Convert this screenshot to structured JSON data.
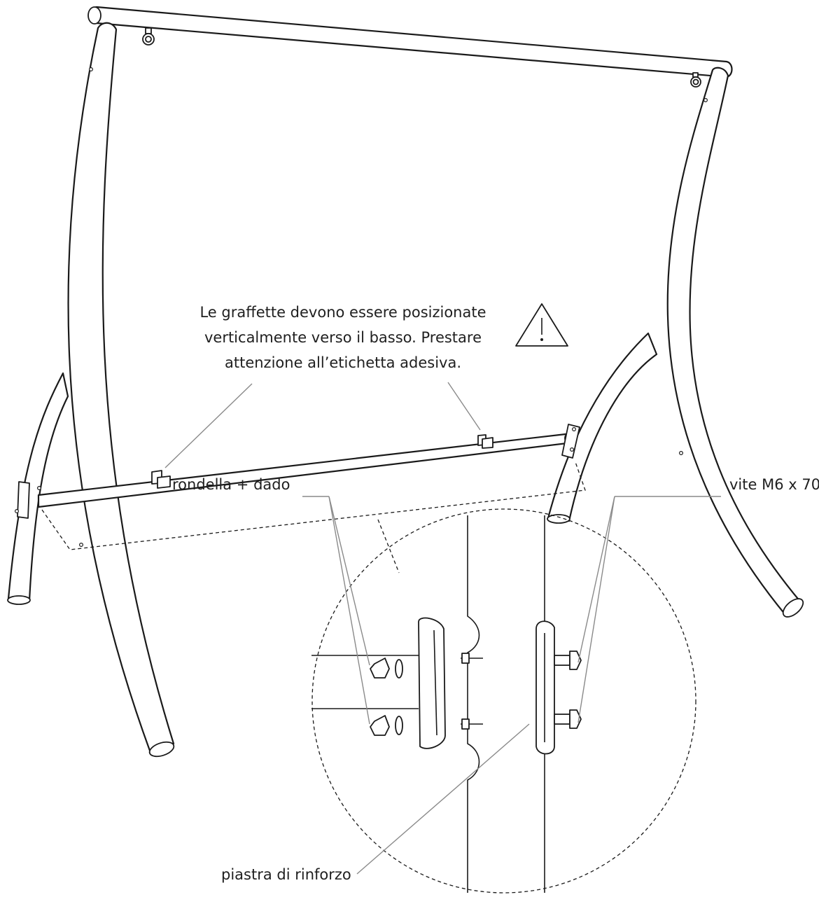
{
  "note": {
    "line1": "Le graffette devono essere posizionate",
    "line2": "verticalmente verso il basso. Prestare",
    "line3": "attenzione all’etichetta adesiva."
  },
  "labels": {
    "rondella": "rondella + dado",
    "vite": "vite M6 x 70",
    "piastra": "piastra di rinforzo"
  },
  "icons": {
    "warning": "warning-triangle-icon"
  },
  "colors": {
    "line": "#1a1a1a",
    "leader": "#8a8a8a"
  }
}
